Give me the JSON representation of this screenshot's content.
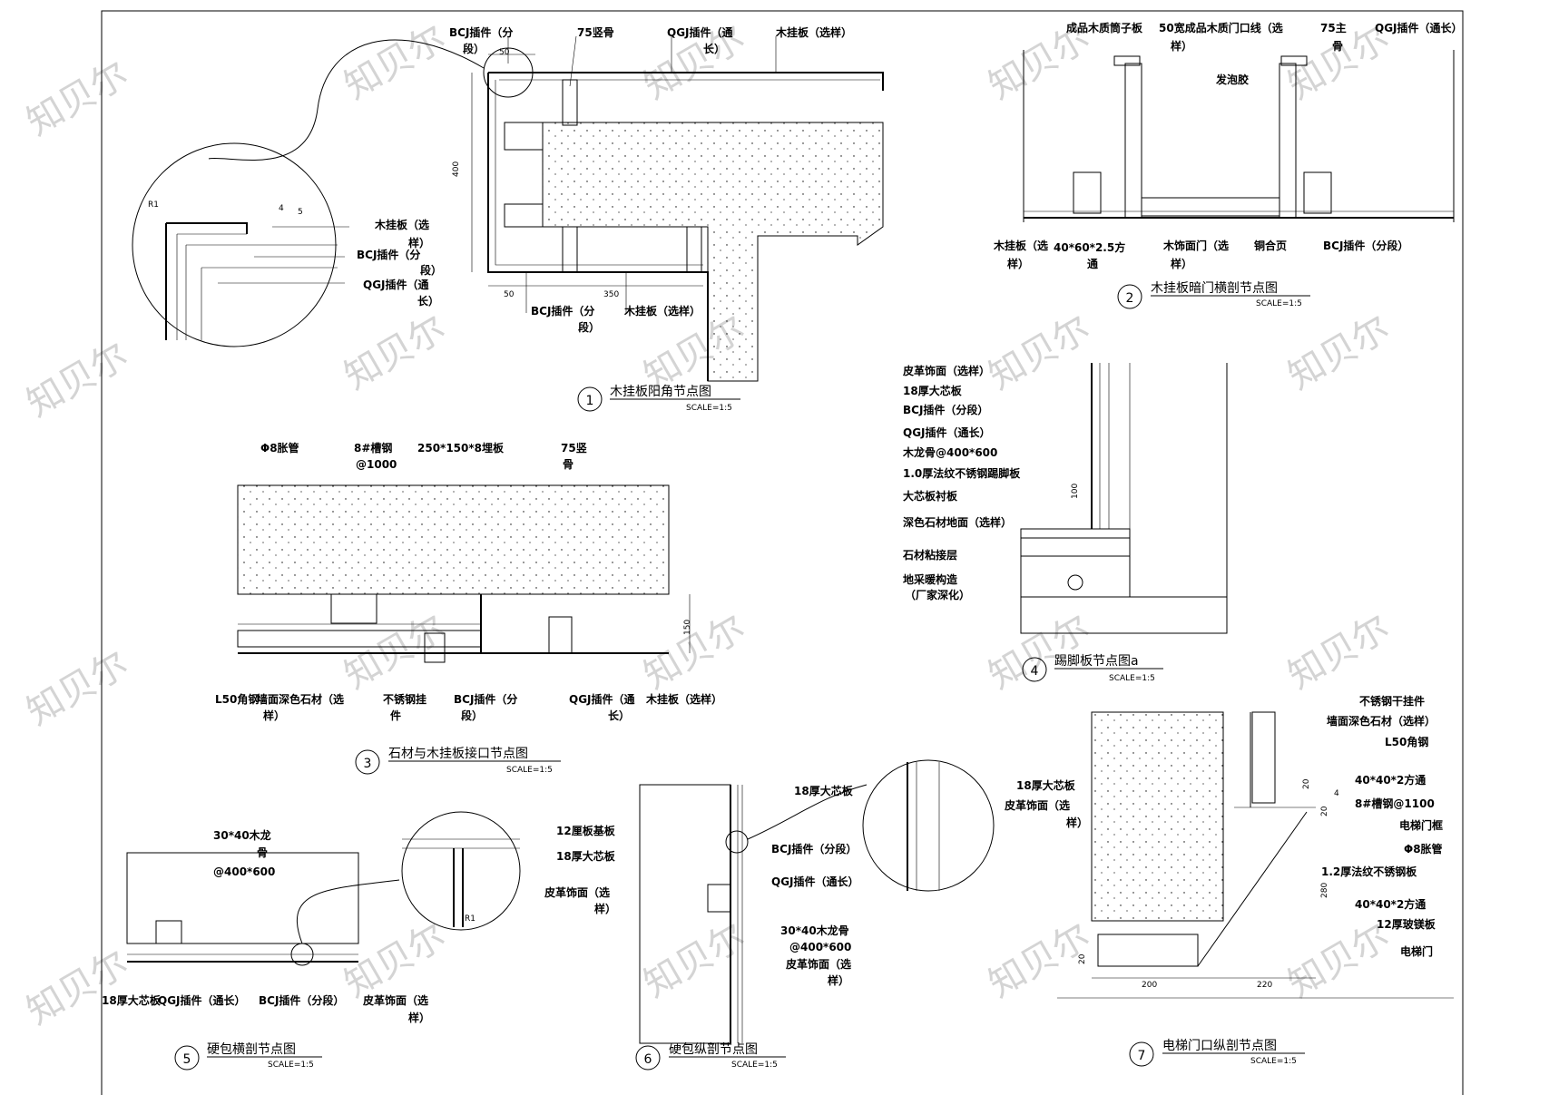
{
  "watermark": {
    "text": "知贝尔"
  },
  "details": [
    {
      "id": "d1",
      "number": "1",
      "title": "木挂板阳角节点图",
      "scale": "SCALE=1:5",
      "labels": [
        "BCJ插件（分",
        "段）",
        "75竖骨",
        "QGJ插件（通",
        "长）",
        "木挂板（选样）",
        "木挂板（选",
        "样）",
        "BCJ插件（分",
        "段）",
        "QGJ插件（通",
        "长）",
        "BCJ插件（分",
        "段）",
        "木挂板（选样）"
      ],
      "dims": [
        "50",
        "400",
        "50",
        "350",
        "R1",
        "4",
        "5"
      ]
    },
    {
      "id": "d2",
      "number": "2",
      "title": "木挂板暗门横剖节点图",
      "scale": "SCALE=1:5",
      "labels": [
        "成品木质筒子板",
        "50宽成品木质门口线（选",
        "样）",
        "75主",
        "骨",
        "QGJ插件（通长）",
        "发泡胶",
        "木挂板（选",
        "样）",
        "40*60*2.5方",
        "通",
        "木饰面门（选",
        "样）",
        "铜合页",
        "BCJ插件（分段）"
      ]
    },
    {
      "id": "d3",
      "number": "3",
      "title": "石材与木挂板接口节点图",
      "scale": "SCALE=1:5",
      "labels": [
        "Φ8胀管",
        "8#槽钢",
        "@1000",
        "250*150*8埋板",
        "75竖",
        "骨",
        "L50角钢",
        "墙面深色石材（选",
        "样）",
        "不锈钢挂",
        "件",
        "BCJ插件（分",
        "段）",
        "QGJ插件（通",
        "长）",
        "木挂板（选样）"
      ],
      "dims": [
        "150"
      ]
    },
    {
      "id": "d4",
      "number": "4",
      "title": "踢脚板节点图a",
      "scale": "SCALE=1:5",
      "labels": [
        "皮革饰面（选样）",
        "18厚大芯板",
        "BCJ插件（分段）",
        "QGJ插件（通长）",
        "木龙骨@400*600",
        "1.0厚法纹不锈钢踢脚板",
        "大芯板衬板",
        "深色石材地面（选样）",
        "石材粘接层",
        "地采暖构造",
        "（厂家深化）"
      ],
      "dims": [
        "100"
      ]
    },
    {
      "id": "d5",
      "number": "5",
      "title": "硬包横剖节点图",
      "scale": "SCALE=1:5",
      "labels": [
        "30*40木龙",
        "骨",
        "@400*600",
        "12厘板基板",
        "18厚大芯板",
        "皮革饰面（选",
        "样）",
        "18厚大芯板",
        "QGJ插件（通长）",
        "BCJ插件（分段）",
        "皮革饰面（选",
        "样）"
      ],
      "dims": [
        "R1"
      ]
    },
    {
      "id": "d6",
      "number": "6",
      "title": "硬包纵剖节点图",
      "scale": "SCALE=1:5",
      "labels": [
        "18厚大芯板",
        "BCJ插件（分段）",
        "QGJ插件（通长）",
        "30*40木龙骨",
        "@400*600",
        "皮革饰面（选",
        "样）",
        "18厚大芯板",
        "皮革饰面（选",
        "样）"
      ]
    },
    {
      "id": "d7",
      "number": "7",
      "title": "电梯门口纵剖节点图",
      "scale": "SCALE=1:5",
      "labels": [
        "不锈钢干挂件",
        "墙面深色石材（选样）",
        "L50角钢",
        "40*40*2方通",
        "8#槽钢@1100",
        "电梯门框",
        "Φ8胀管",
        "1.2厚法纹不锈钢板",
        "40*40*2方通",
        "12厚玻镁板",
        "电梯门"
      ],
      "dims": [
        "20",
        "4",
        "20",
        "280",
        "20",
        "200",
        "220"
      ]
    }
  ]
}
